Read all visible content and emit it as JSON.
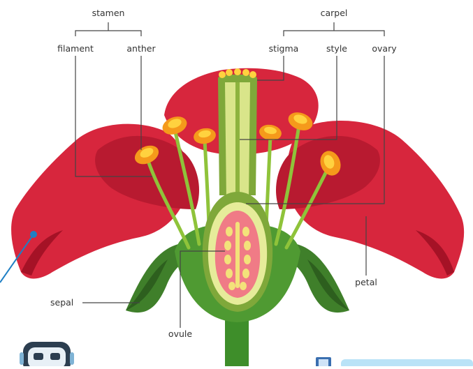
{
  "labels": {
    "stamen": "stamen",
    "filament": "filament",
    "anther": "anther",
    "carpel": "carpel",
    "stigma": "stigma",
    "style": "style",
    "ovary": "ovary",
    "petal": "petal",
    "sepal": "sepal",
    "ovule": "ovule"
  },
  "colors": {
    "petal_red": "#d7263d",
    "petal_dark": "#a51226",
    "sepal_green": "#3f7f2a",
    "sepal_dark": "#2d5f1e",
    "filament_green": "#8fc33a",
    "anther_orange": "#f59a1b",
    "anther_yellow": "#ffd23f",
    "ovary_outer": "#7fa83a",
    "ovary_inner": "#f07b86",
    "ovule_yellow": "#f3e27a",
    "stem_green": "#3e8e2a",
    "pointer_blue": "#1f7fc4",
    "leader_line": "#444444"
  },
  "icons": [
    "robot-icon",
    "book-icon"
  ]
}
